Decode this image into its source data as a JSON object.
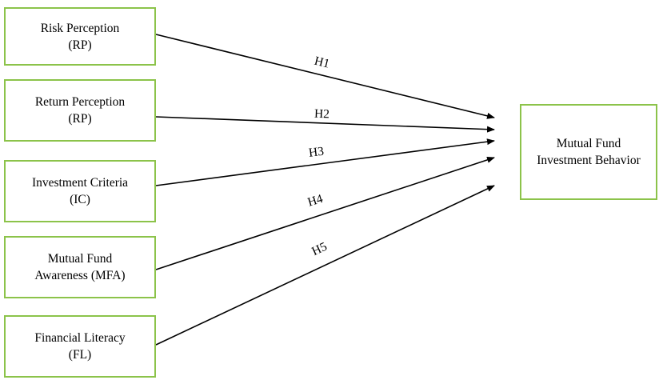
{
  "constructs": [
    {
      "line1": "Risk Perception",
      "line2": "(RP)"
    },
    {
      "line1": "Return Perception",
      "line2": "(RP)"
    },
    {
      "line1": "Investment Criteria",
      "line2": "(IC)"
    },
    {
      "line1": "Mutual Fund",
      "line2": "Awareness (MFA)"
    },
    {
      "line1": "Financial Literacy",
      "line2": "(FL)"
    }
  ],
  "outcome": {
    "line1": "Mutual Fund",
    "line2": "Investment Behavior"
  },
  "hypotheses": [
    "H1",
    "H2",
    "H3",
    "H4",
    "H5"
  ],
  "colors": {
    "box_border": "#8cc34a",
    "arrow": "#000000"
  }
}
